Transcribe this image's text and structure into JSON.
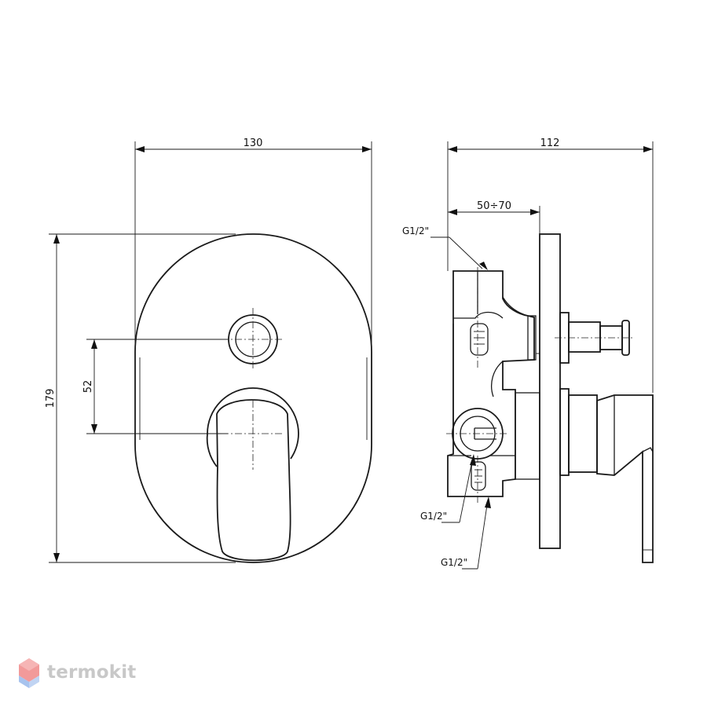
{
  "front_view": {
    "width_dim": "130",
    "height_dim": "179",
    "spacing_dim": "52"
  },
  "side_view": {
    "depth_dim": "112",
    "install_depth_dim": "50÷70",
    "thread_top": "G1/2\"",
    "thread_bottom_left": "G1/2\"",
    "thread_bottom": "G1/2\""
  },
  "watermark": {
    "text": "termokit",
    "logo_colors": [
      "#ef6b6b",
      "#7fa7e6"
    ]
  }
}
